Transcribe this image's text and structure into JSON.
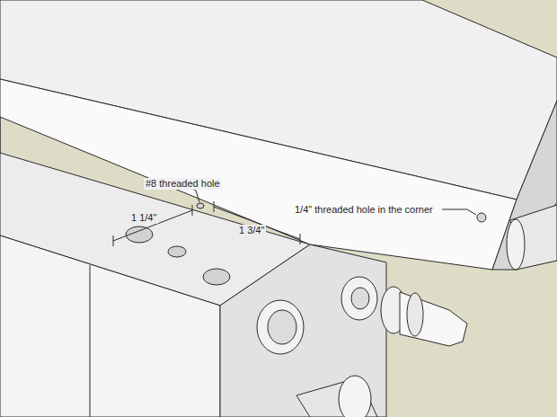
{
  "diagram": {
    "labels": [
      "#8 threaded hole",
      "1 1/4\"",
      "1 3/4\"",
      "1/4\" threaded hole in the corner"
    ]
  }
}
